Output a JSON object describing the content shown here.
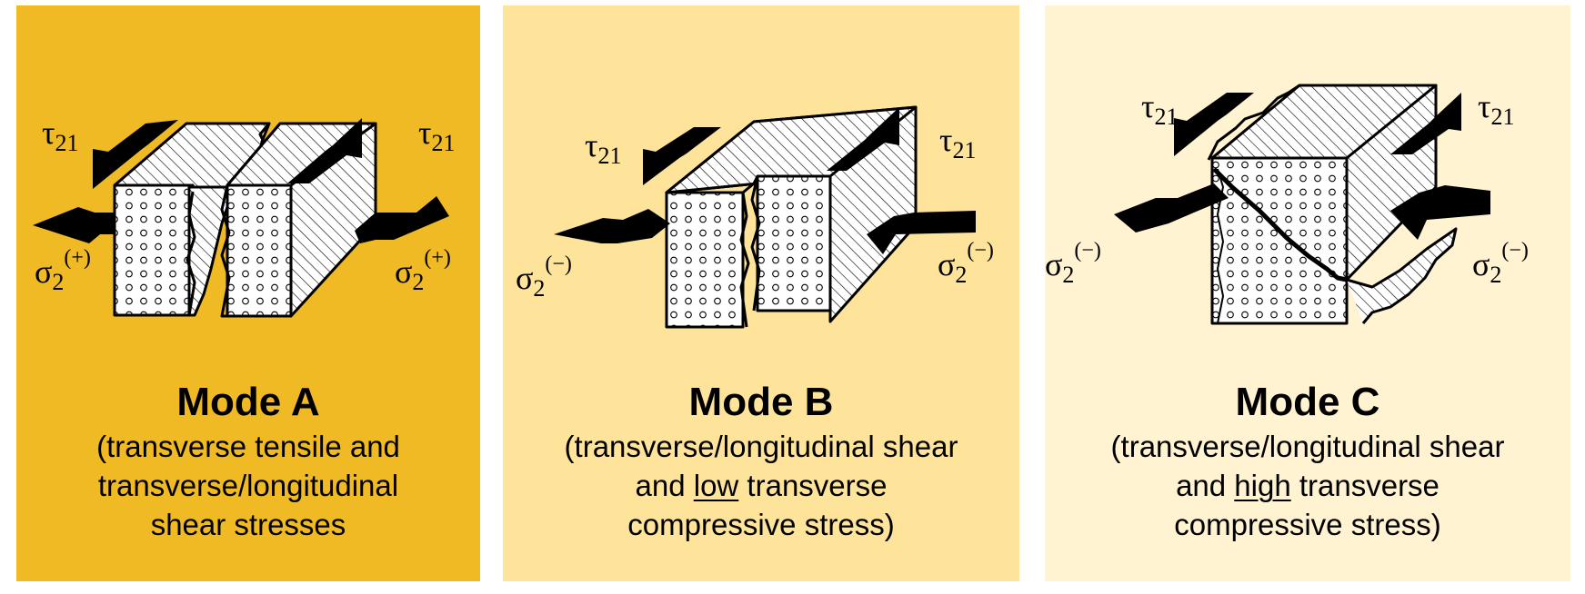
{
  "colors": {
    "mode_a_background": "#f0ba24",
    "mode_b_background": "#fee39a",
    "mode_c_background": "#fff3d2",
    "ink": "#000000"
  },
  "modes": [
    {
      "title": "Mode A",
      "desc_line1": "(transverse tensile and",
      "desc_line2": "transverse/longitudinal",
      "desc_line3": "shear stresses",
      "shear_symbol": "τ",
      "shear_subscript": "21",
      "normal_symbol": "σ",
      "normal_subscript": "2",
      "normal_superscript": "(+)"
    },
    {
      "title": "Mode B",
      "desc_line1": "(transverse/longitudinal shear",
      "desc_line2_pre": "and ",
      "desc_line2_emphasis": "low",
      "desc_line2_post": " transverse",
      "desc_line3": "compressive stress)",
      "shear_symbol": "τ",
      "shear_subscript": "21",
      "normal_symbol": "σ",
      "normal_subscript": "2",
      "normal_superscript": "(−)"
    },
    {
      "title": "Mode C",
      "desc_line1": "(transverse/longitudinal shear",
      "desc_line2_pre": "and ",
      "desc_line2_emphasis": "high",
      "desc_line2_post": " transverse",
      "desc_line3": "compressive stress)",
      "shear_symbol": "τ",
      "shear_subscript": "21",
      "normal_symbol": "σ",
      "normal_subscript": "2",
      "normal_superscript": "(−)"
    }
  ]
}
